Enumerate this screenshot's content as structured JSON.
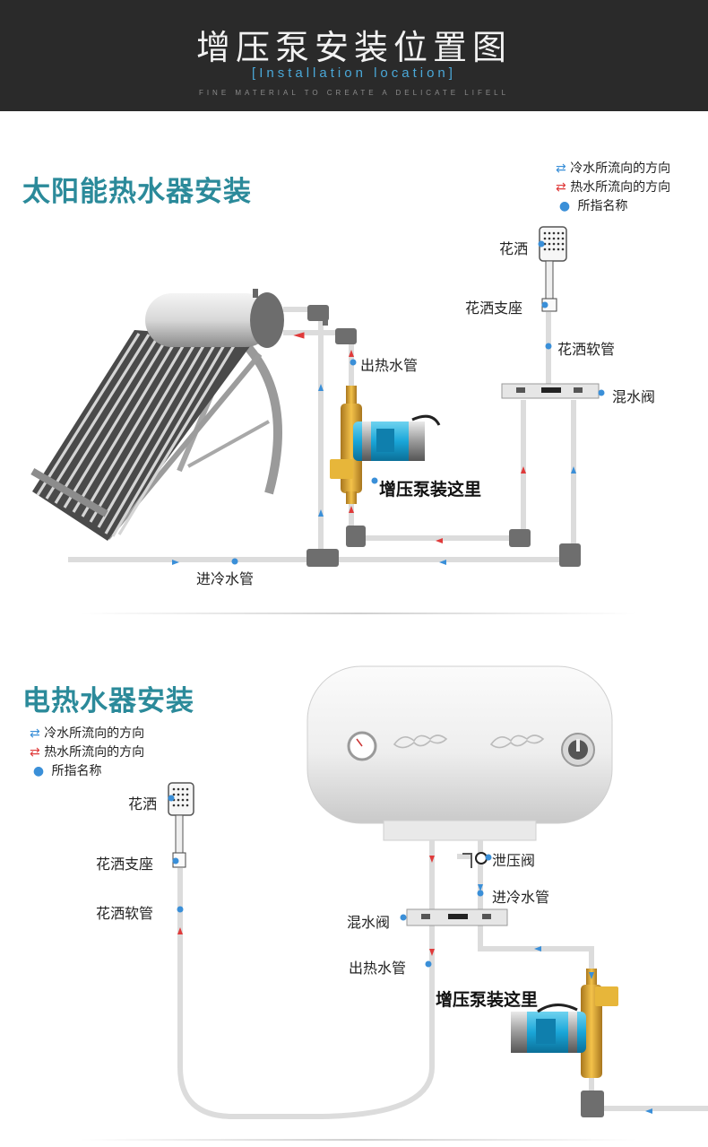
{
  "header": {
    "title": "增压泵安装位置图",
    "subtitle": "[Installation location]",
    "tagline": "FINE MATERIAL TO CREATE A DELICATE LIFELL"
  },
  "colors": {
    "cold": "#3a8fd8",
    "hot": "#e03a3a",
    "point": "#3a8fd8",
    "accent": "#2b8a9a"
  },
  "solar": {
    "title": "太阳能热水器安装",
    "legend": [
      {
        "label": "冷水所流向的方向",
        "icon": "cold-arrow-icon"
      },
      {
        "label": "热水所流向的方向",
        "icon": "hot-arrow-icon"
      },
      {
        "label": "所指名称",
        "icon": "dot-icon"
      }
    ],
    "labels": {
      "shower": "花洒",
      "shower_holder": "花洒支座",
      "shower_hose": "花洒软管",
      "hot_pipe": "出热水管",
      "mixer": "混水阀",
      "pump_here": "增压泵装这里",
      "cold_pipe": "进冷水管"
    }
  },
  "electric": {
    "title": "电热水器安装",
    "legend": [
      {
        "label": "冷水所流向的方向",
        "icon": "cold-arrow-icon"
      },
      {
        "label": "热水所流向的方向",
        "icon": "hot-arrow-icon"
      },
      {
        "label": "所指名称",
        "icon": "dot-icon"
      }
    ],
    "labels": {
      "shower": "花洒",
      "shower_holder": "花洒支座",
      "shower_hose": "花洒软管",
      "relief_valve": "泄压阀",
      "cold_pipe": "进冷水管",
      "mixer": "混水阀",
      "hot_pipe": "出热水管",
      "pump_here": "增压泵装这里"
    }
  }
}
